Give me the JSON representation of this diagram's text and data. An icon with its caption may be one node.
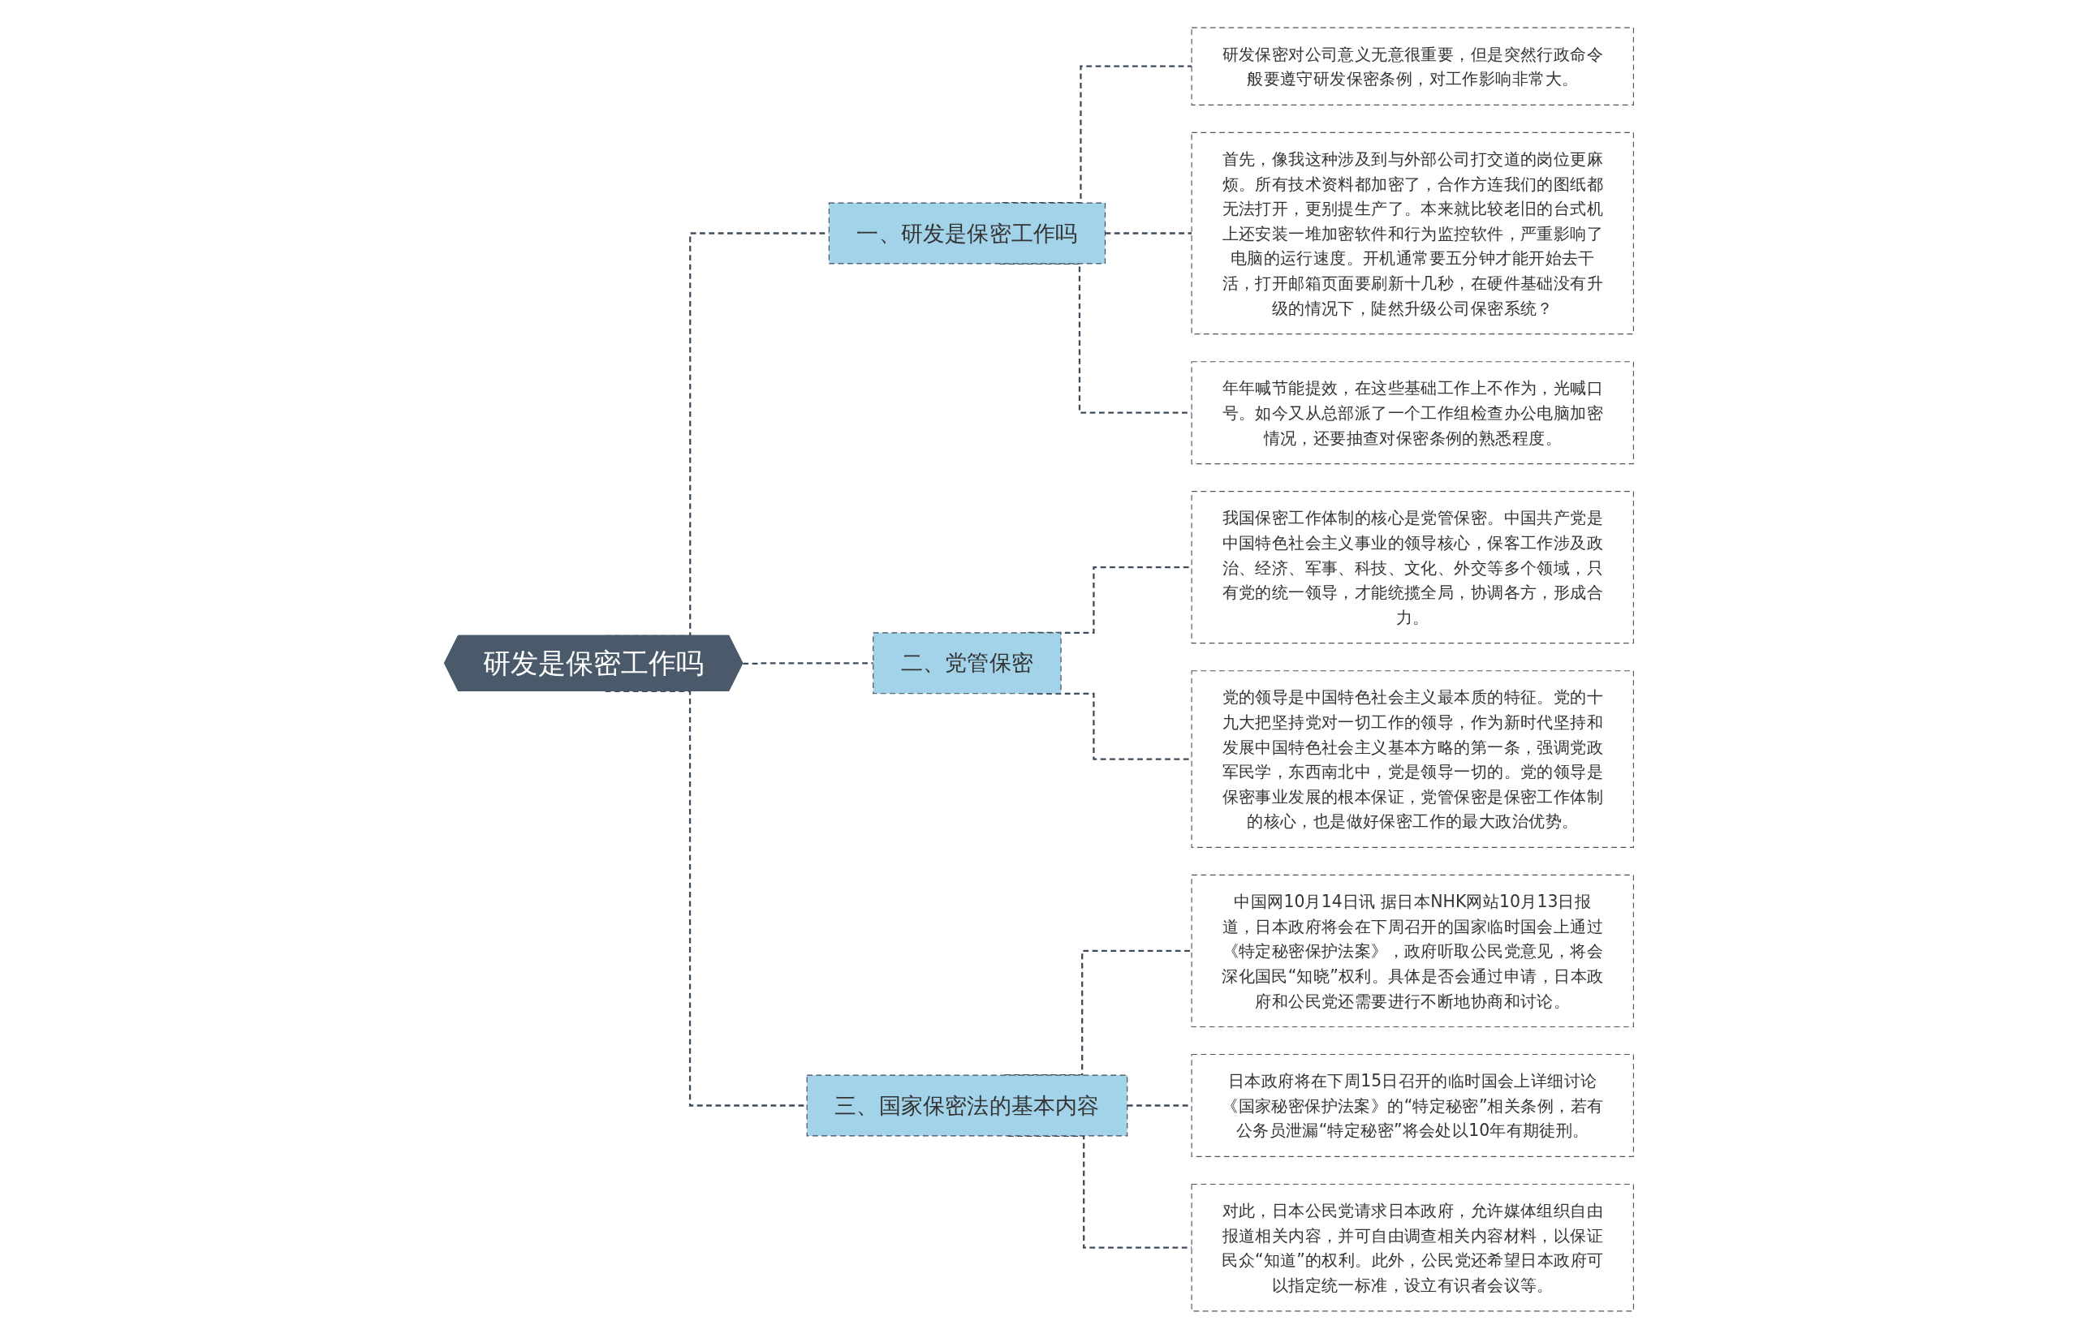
{
  "diagram": {
    "nodes": [
      {
        "text": [
          "研发是保密工作吗"
        ]
      },
      {
        "text": [
          "一、研发是保密工作吗"
        ]
      },
      {
        "text": [
          "研发保密对公司意义无意很重要，但是突然行政命令般要遵守研发保密条例，对工作影响非常大。"
        ]
      },
      {
        "text": [
          "首先，像我这种涉及到与外部公司打交道的岗位更麻烦。所有技术资料都加密了，合作方连我们的图纸都无法打开，更别提生产了。本来就比较老旧的台式机上还安装一堆加密软件和行为监控软件，严重影响了电脑的运行速度。开机通常要五分钟才能开始去干活，打开邮箱页面要刷新十几秒，在硬件基础没有升级的情况下，陡然升级公司保密系统？"
        ]
      },
      {
        "text": [
          "年年喊节能提效，在这些基础工作上不作为，光喊口号。如今又从总部派了一个工作组检查办公电脑加密情况，还要抽查对保密条例的熟悉程度。"
        ]
      },
      {
        "text": [
          "二、党管保密"
        ]
      },
      {
        "text": [
          "我国保密工作体制的核心是党管保密。中国共产党是中国特色社会主义事业的领导核心，保客工作涉及政治、经济、军事、科技、文化、外交等多个领域，只有党的统一领导，才能统揽全局，协调各方，形成合力。"
        ]
      },
      {
        "text": [
          "党的领导是中国特色社会主义最本质的特征。党的十九大把坚持党对一切工作的领导，作为新时代坚持和发展中国特色社会主义基本方略的第一条，强调党政军民学，东西南北中，党是领导一切的。党的领导是保密事业发展的根本保证，党管保密是保密工作体制的核心，也是做好保密工作的最大政治优势。"
        ]
      },
      {
        "text": [
          "三、国家保密法的基本内容"
        ]
      },
      {
        "text": [
          "中国网10月14日讯 据日本NHK网站10月13日报道，日本政府将会在下周召开的国家临时国会上通过《特定秘密保护法案》，政府听取公民党意见，将会深化国民“知晓”权利。具体是否会通过申请，日本政府和公民党还需要进行不断地协商和讨论。"
        ]
      },
      {
        "text": [
          "日本政府将在下周15日召开的临时国会上详细讨论《国家秘密保护法案》的“特定秘密”相关条例，若有公务员泄漏“特定秘密”将会处以10年有期徒刑。"
        ]
      },
      {
        "text": [
          "对此，日本公民党请求日本政府，允许媒体组织自由报道相关内容，并可自由调查相关内容材料，以保证民众“知道”的权利。此外，公民党还希望日本政府可以指定统一标准，设立有识者会议等。"
        ]
      }
    ],
    "edges": [
      {
        "from": 0,
        "to": 1,
        "arrow": "none",
        "style": "dashed"
      },
      {
        "from": 1,
        "to": 2,
        "arrow": "none",
        "style": "dashed"
      },
      {
        "from": 1,
        "to": 3,
        "arrow": "none",
        "style": "dashed"
      },
      {
        "from": 1,
        "to": 4,
        "arrow": "none",
        "style": "dashed"
      },
      {
        "from": 0,
        "to": 5,
        "arrow": "none",
        "style": "dashed"
      },
      {
        "from": 5,
        "to": 6,
        "arrow": "none",
        "style": "dashed"
      },
      {
        "from": 5,
        "to": 7,
        "arrow": "none",
        "style": "dashed"
      },
      {
        "from": 0,
        "to": 8,
        "arrow": "none",
        "style": "dashed"
      },
      {
        "from": 8,
        "to": 9,
        "arrow": "none",
        "style": "dashed"
      },
      {
        "from": 8,
        "to": 10,
        "arrow": "none",
        "style": "dashed"
      },
      {
        "from": 8,
        "to": 11,
        "arrow": "none",
        "style": "dashed"
      }
    ]
  }
}
